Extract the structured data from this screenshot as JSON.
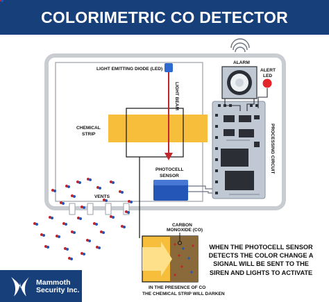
{
  "title": "COLORIMETRIC CO DETECTOR",
  "labels": {
    "led": "LIGHT EMITTING DIODE (LED)",
    "light_beam": "LIGHT BEAM",
    "chemical_strip_line1": "CHEMICAL",
    "chemical_strip_line2": "STRIP",
    "photocell_line1": "PHOTOCELL",
    "photocell_line2": "SENSOR",
    "alarm": "ALARM",
    "alert_led_line1": "ALERT",
    "alert_led_line2": "LED",
    "processing_circuit": "PROCESSING CIRCUIT",
    "vents": "VENTS",
    "co_line1": "CARBON",
    "co_line2": "MONOXIDE (CO)",
    "strip_caption_line1": "IN THE PRESENCE OF CO",
    "strip_caption_line2": "THE CHEMICAL STRIP WILL DARKEN"
  },
  "explanation": "WHEN THE PHOTOCELL SENSOR DETECTS THE COLOR CHANGE A SIGNAL WILL BE SENT TO THE SIREN AND LIGHTS TO ACTIVATE",
  "brand": {
    "line1": "Mammoth",
    "line2": "Security Inc."
  },
  "colors": {
    "banner": "#173f7a",
    "strip": "#f6be3a",
    "beam": "#c0262c",
    "led": "#2f6ad0",
    "sensor": "#2456b8",
    "alert_led": "#e3262b",
    "board": "#bfc8d3",
    "chip": "#2b2f35"
  }
}
